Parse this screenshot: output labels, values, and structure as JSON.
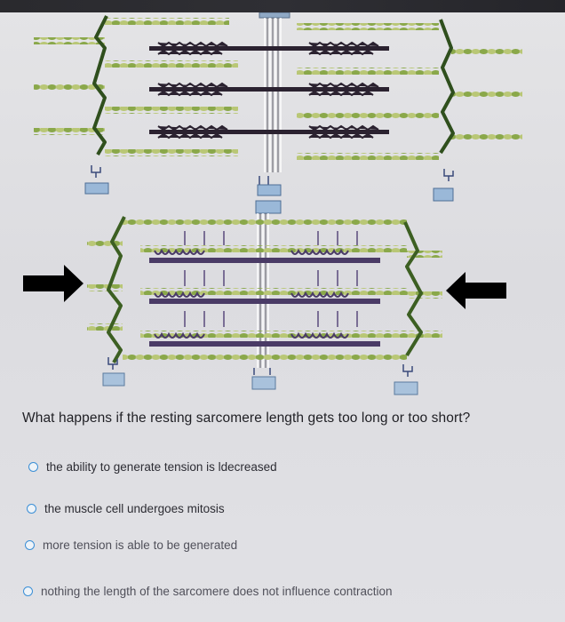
{
  "question": {
    "text": "What happens if the resting sarcomere length gets too long or too short?"
  },
  "options": [
    {
      "label": "the ability to generate tension is ldecreased",
      "selected": false
    },
    {
      "label": "the muscle cell undergoes mitosis",
      "selected": false
    },
    {
      "label": "more tension is able to be generated",
      "selected": false
    },
    {
      "label": "nothing the length of the sarcomere does not influence contraction",
      "selected": false
    }
  ],
  "diagram": {
    "accent_color": "#7a9a3a",
    "thick_filament_color_relaxed": "#2b2230",
    "thick_filament_color_contracted": "#4a3b66",
    "z_disc_color": "#2f4f1d",
    "arrow_color": "#000000",
    "icons": [
      "left-arrow-icon",
      "right-arrow-icon"
    ]
  }
}
